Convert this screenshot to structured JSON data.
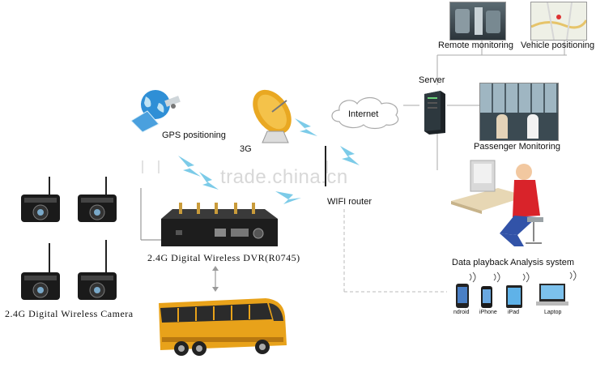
{
  "watermark": "trade.china.cn",
  "labels": {
    "remote_monitoring": "Remote monitoring",
    "vehicle_positioning": "Vehicle positioning",
    "server": "Server",
    "internet": "Internet",
    "gps_positioning": "GPS positioning",
    "g3": "3G",
    "passenger_monitoring": "Passenger Monitoring",
    "wifi_router": "WIFI router",
    "dvr": "2.4G Digital Wireless DVR(R0745)",
    "camera": "2.4G Digital Wireless Camera",
    "data_playback": "Data playback Analysis system"
  },
  "devices": [
    "ndroid",
    "iPhone",
    "iPad",
    "Laptop"
  ],
  "colors": {
    "wireless": "#7ccbe8",
    "bus": "#e8a21a",
    "dvr": "#1d1d1d",
    "link_line": "#bbbbbb"
  }
}
